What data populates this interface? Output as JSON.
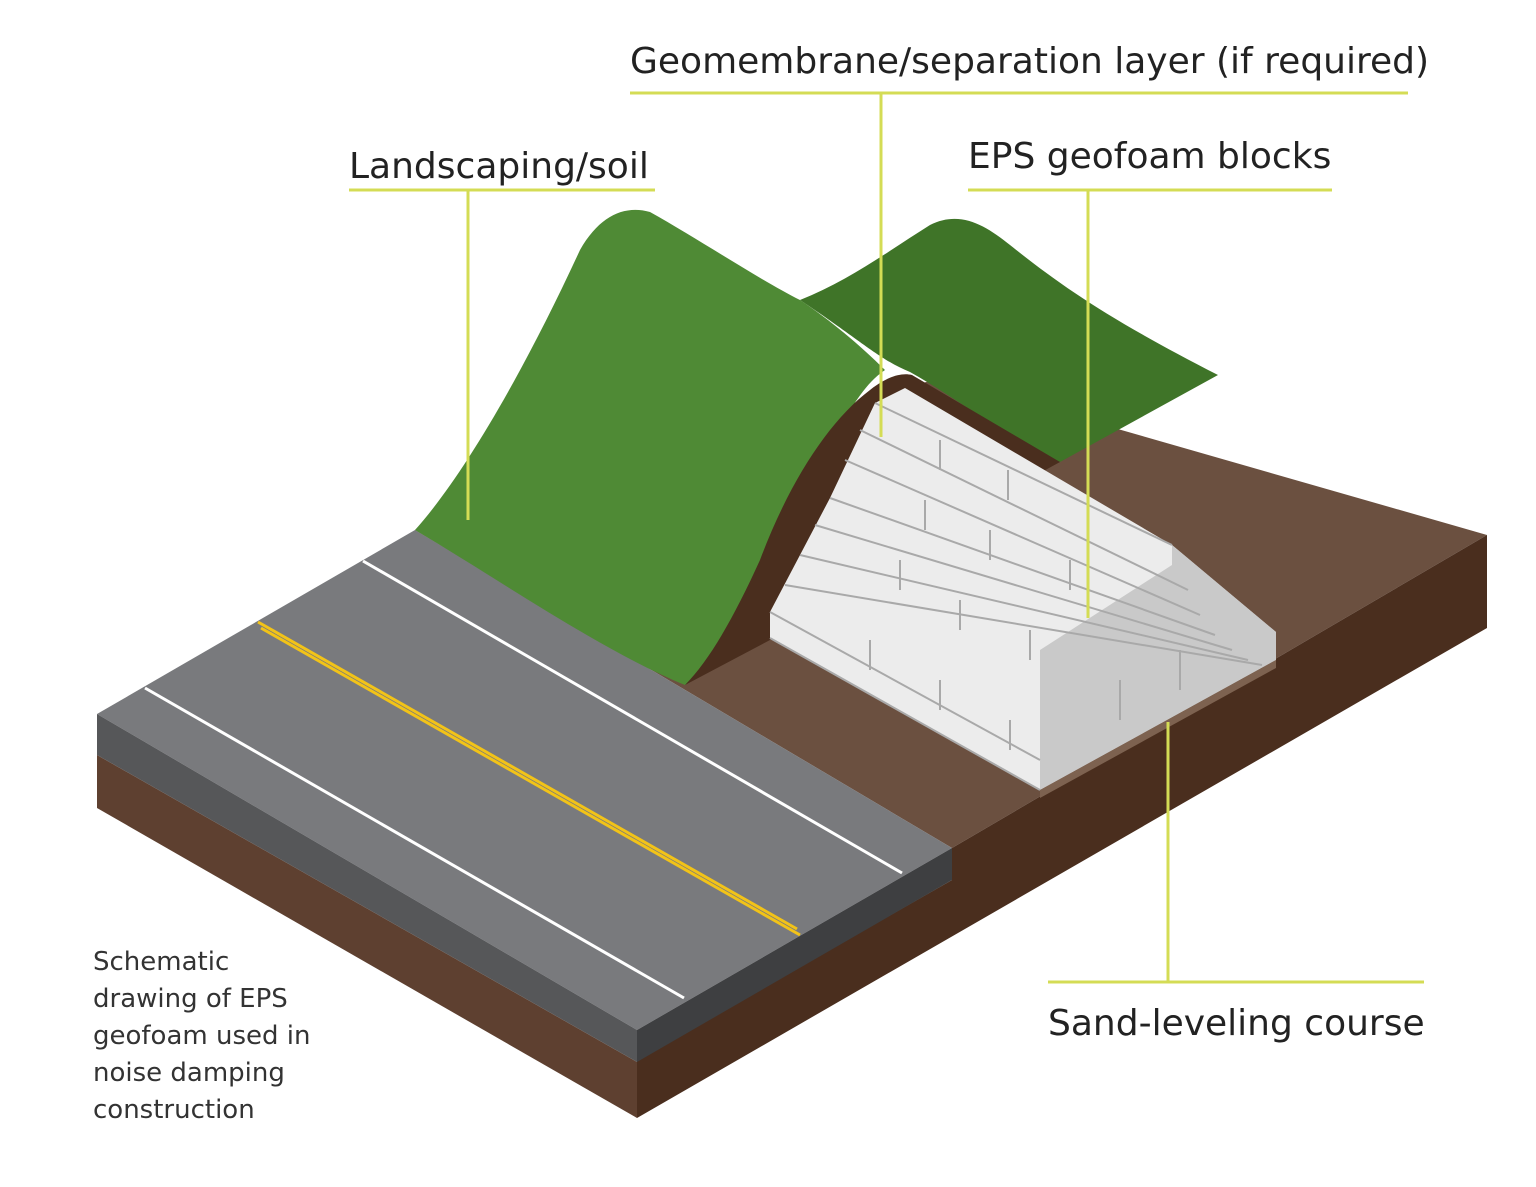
{
  "labels": {
    "geomembrane": "Geomembrane/separation layer (if required)",
    "landscaping": "Landscaping/soil",
    "eps_blocks": "EPS geofoam blocks",
    "sand_course": "Sand-leveling course"
  },
  "caption": "Schematic\ndrawing of EPS\ngeofoam used in\nnoise damping\nconstruction",
  "colors": {
    "callout_line": "#d4dc55",
    "grass": "#4f8a35",
    "grass_dark": "#3f7428",
    "soil_top": "#6b5040",
    "soil_side_front": "#5e4030",
    "soil_side_right": "#4a2e1e",
    "road_top": "#797a7d",
    "road_side_front": "#565759",
    "road_side_right": "#3e3f41",
    "lane_white": "#ffffff",
    "lane_yellow": "#f2c318",
    "block_top": "#ececec",
    "block_side": "#c9c9c9",
    "block_edge": "#a9a9a9"
  }
}
